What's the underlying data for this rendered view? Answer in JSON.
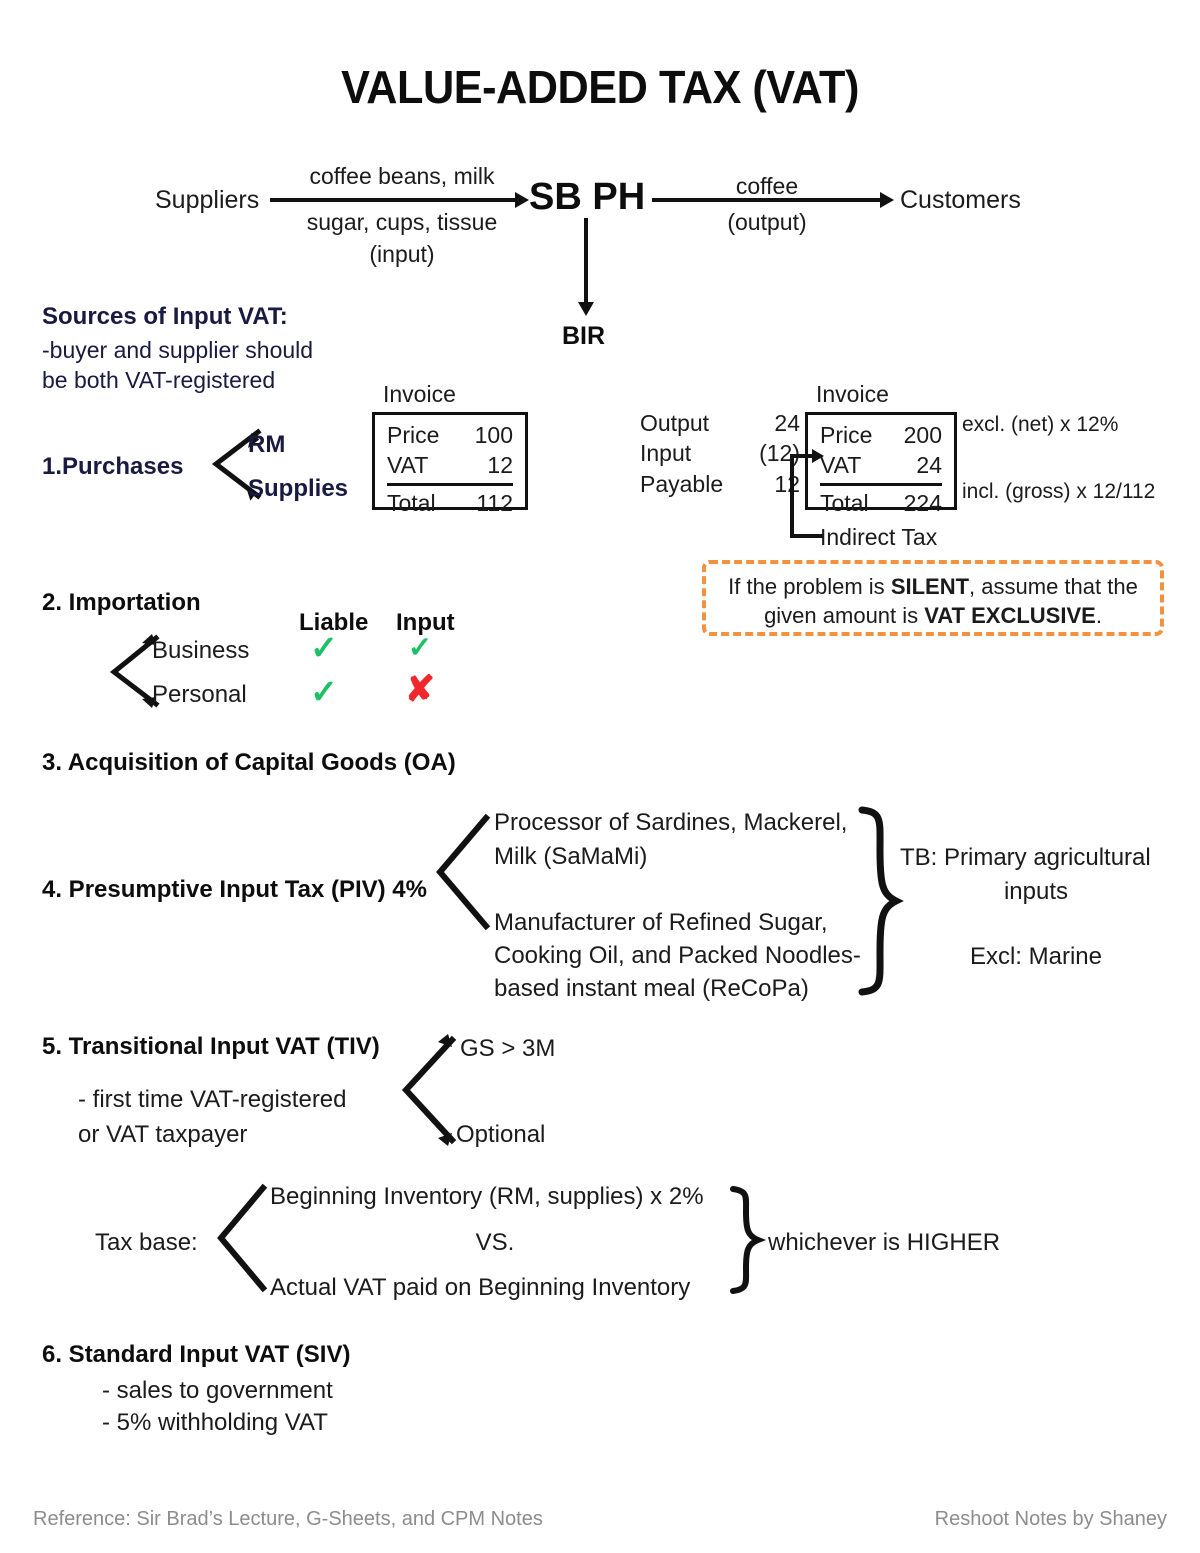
{
  "page": {
    "title": "VALUE-ADDED TAX (VAT)"
  },
  "flow_diagram": {
    "suppliers_label": "Suppliers",
    "input_line1": "coffee beans, milk",
    "input_line2": "sugar, cups, tissue",
    "input_line3": "(input)",
    "company_label": "SB PH",
    "output_line1": "coffee",
    "output_line2": "(output)",
    "customers_label": "Customers",
    "bir_label": "BIR"
  },
  "sources": {
    "heading": "Sources of Input VAT:",
    "note_line1": "-buyer and supplier should",
    "note_line2": "be both VAT-registered"
  },
  "item1": {
    "label": "1.Purchases",
    "branch_top": "RM",
    "branch_bottom": "Supplies",
    "invoice_caption": "Invoice",
    "rows": [
      {
        "label": "Price",
        "value": "100"
      },
      {
        "label": "VAT",
        "value": "12"
      },
      {
        "label": "Total",
        "value": "112"
      }
    ]
  },
  "vat_summary": {
    "rows": [
      {
        "label": "Output",
        "value": "24"
      },
      {
        "label": "Input",
        "value": "(12)"
      },
      {
        "label": "Payable",
        "value": "12"
      }
    ]
  },
  "invoice_right": {
    "caption": "Invoice",
    "rows": [
      {
        "label": "Price",
        "value": "200"
      },
      {
        "label": "VAT",
        "value": "24"
      },
      {
        "label": "Total",
        "value": "224"
      }
    ],
    "note_excl": "excl. (net) x 12%",
    "note_incl": "incl. (gross) x 12/112",
    "indirect_tax_label": "Indirect Tax"
  },
  "callout": {
    "line1_pre": "If the problem is ",
    "line1_strong": "SILENT",
    "line1_post": ", assume that the",
    "line2_pre": "given amount is ",
    "line2_strong": "VAT EXCLUSIVE",
    "line2_post": ".",
    "border_color": "#f2913f"
  },
  "item2": {
    "label": "2. Importation",
    "col_liable": "Liable",
    "col_input": "Input",
    "rows": [
      {
        "label": "Business",
        "liable": "check",
        "input": "check"
      },
      {
        "label": "Personal",
        "liable": "check",
        "input": "cross"
      }
    ],
    "check_color": "#1fc065",
    "cross_color": "#f0282c",
    "check_glyph": "✓",
    "cross_glyph": "✘"
  },
  "item3": {
    "label": "3. Acquisition of Capital Goods (OA)"
  },
  "item4": {
    "label": "4. Presumptive Input Tax (PIV) 4%",
    "branch_top_line1": "Processor of Sardines, Mackerel,",
    "branch_top_line2": "Milk (SaMaMi)",
    "branch_bottom_line1": "Manufacturer of Refined Sugar,",
    "branch_bottom_line2": "Cooking Oil, and Packed Noodles-",
    "branch_bottom_line3": "based instant meal (ReCoPa)",
    "note_tb_line1": "TB: Primary agricultural",
    "note_tb_line2": "inputs",
    "note_excl": "Excl: Marine"
  },
  "item5": {
    "label": "5. Transitional Input VAT (TIV)",
    "sub_line1": "- first time VAT-registered",
    "sub_line2": "or VAT taxpayer",
    "branch_top": "GS > 3M",
    "branch_bottom": "Optional",
    "taxbase_label": "Tax base:",
    "taxbase_top": "Beginning Inventory (RM, supplies) x 2%",
    "taxbase_vs": "VS.",
    "taxbase_bottom": "Actual VAT paid on Beginning Inventory",
    "taxbase_note": "whichever is HIGHER"
  },
  "item6": {
    "label": "6. Standard Input VAT (SIV)",
    "sub_line1": "- sales to government",
    "sub_line2": "- 5% withholding VAT"
  },
  "footer": {
    "left": "Reference: Sir Brad’s Lecture, G-Sheets, and CPM Notes",
    "right": "Reshoot Notes by Shaney"
  }
}
